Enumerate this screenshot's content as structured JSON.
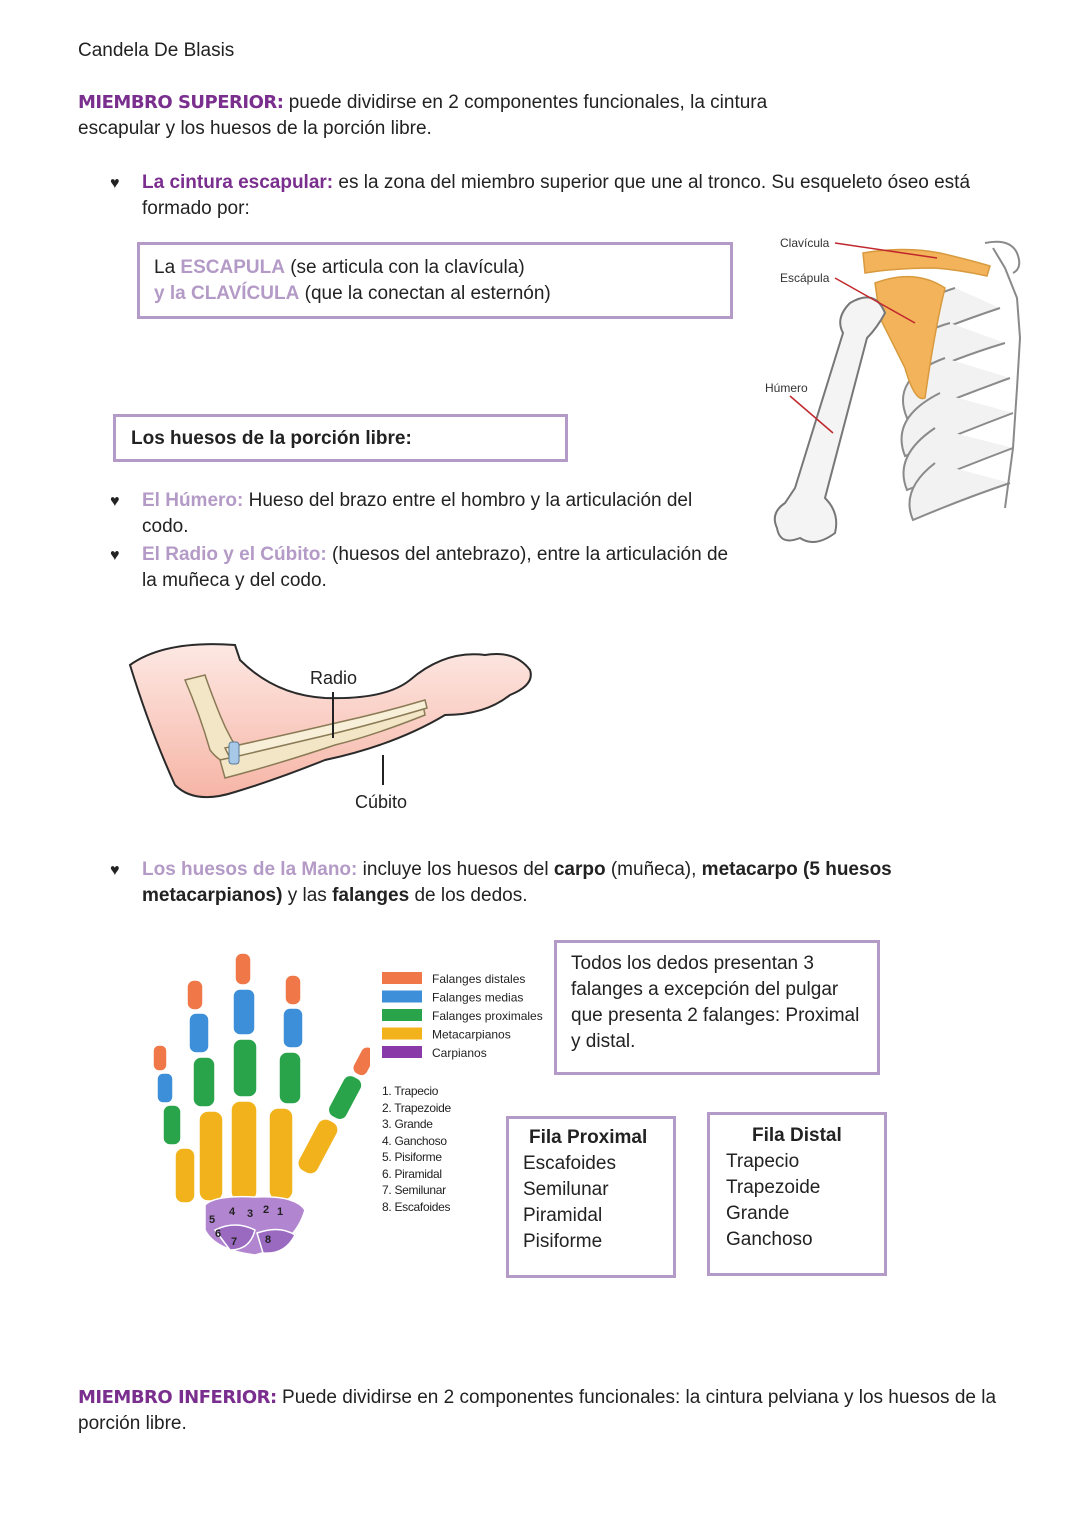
{
  "author": "Candela De Blasis",
  "superior": {
    "heading": "MIEMBRO SUPERIOR:",
    "intro": " puede dividirse en 2 componentes funcionales, la cintura escapular y los huesos de la porción libre."
  },
  "cintura": {
    "term": "La cintura escapular:",
    "text": " es la zona del miembro superior que une al tronco. Su esqueleto óseo está formado por:"
  },
  "box1": {
    "l1_pre": "La ",
    "l1_term": "ESCAPULA",
    "l1_post": " (se articula con la clavícula)",
    "l2_term": "y la CLAVÍCULA",
    "l2_post": " (que la conectan al esternón)"
  },
  "libre_box": "Los huesos de la porción libre:",
  "humero": {
    "term": "El Húmero:",
    "text": " Hueso del brazo entre el hombro y la articulación del codo."
  },
  "radio": {
    "term": "El Radio y el Cúbito:",
    "text": " (huesos del antebrazo), entre la articulación de la muñeca y del codo."
  },
  "mano": {
    "term": "Los huesos de la Mano:",
    "t1": " incluye los huesos del ",
    "b1": "carpo",
    "t2": " (muñeca), ",
    "b2": "metacarpo (5 huesos metacarpianos)",
    "t3": " y las ",
    "b3": "falanges",
    "t4": " de los dedos."
  },
  "shoulder_labels": {
    "clavicula": "Clavícula",
    "escapula": "Escápula",
    "humero": "Húmero"
  },
  "arm_labels": {
    "radio": "Radio",
    "cubito": "Cúbito"
  },
  "legend": [
    {
      "label": "Falanges distales",
      "color": "#f07848"
    },
    {
      "label": "Falanges medias",
      "color": "#3c8fd8"
    },
    {
      "label": "Falanges proximales",
      "color": "#2aa44a"
    },
    {
      "label": "Metacarpianos",
      "color": "#f2b21c"
    },
    {
      "label": "Carpianos",
      "color": "#8a3aa8"
    }
  ],
  "carpal_list": [
    "1. Trapecio",
    "2. Trapezoide",
    "3. Grande",
    "4. Ganchoso",
    "5. Pisiforme",
    "6. Piramidal",
    "7. Semilunar",
    "8. Escafoides"
  ],
  "carpal_numbers": [
    "1",
    "2",
    "3",
    "4",
    "5",
    "6",
    "7",
    "8"
  ],
  "dedos_note": "Todos los dedos presentan 3 falanges a excepción del pulgar que presenta 2 falanges: Proximal y distal.",
  "fila_proximal": {
    "title": "Fila Proximal",
    "items": [
      "Escafoides",
      "Semilunar",
      "Piramidal",
      "Pisiforme"
    ]
  },
  "fila_distal": {
    "title": "Fila Distal",
    "items": [
      "Trapecio",
      "Trapezoide",
      "Grande",
      "Ganchoso"
    ]
  },
  "inferior": {
    "heading": "MIEMBRO INFERIOR:",
    "intro": "  Puede dividirse en 2 componentes funcionales: la cintura pelviana y los huesos de la porción libre."
  },
  "colors": {
    "accent": "#7a2e8e",
    "lilac": "#b49ac6"
  }
}
